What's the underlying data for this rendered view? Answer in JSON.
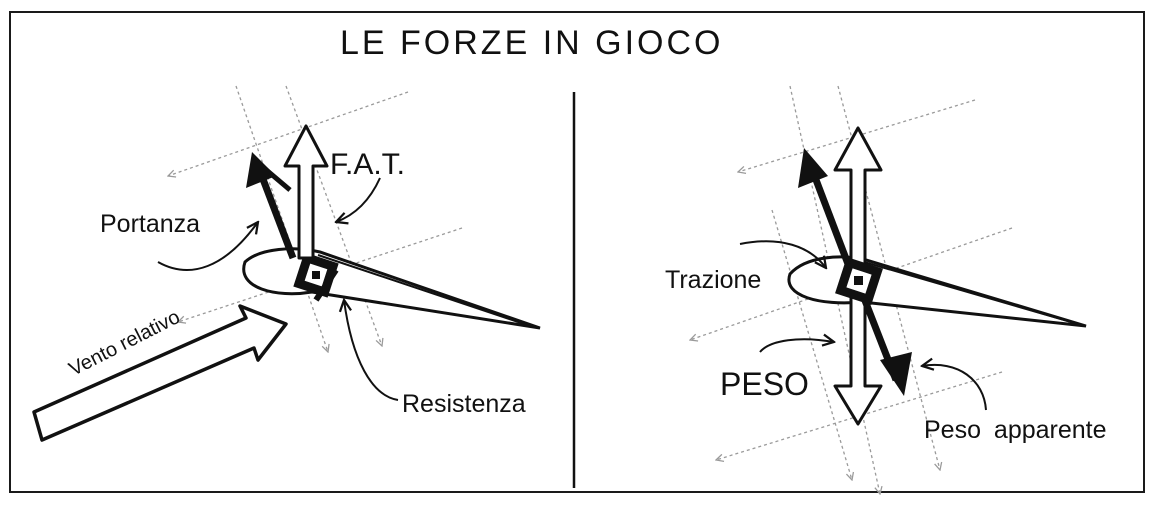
{
  "title": "LE FORZE IN GIOCO",
  "left_panel": {
    "fat_label": "F.A.T.",
    "portanza_label": "Portanza",
    "resistenza_label": "Resistenza",
    "vento_label": "Vento relativo"
  },
  "right_panel": {
    "trazione_label": "Trazione",
    "peso_label": "PESO",
    "peso_apparente_label": "Peso apparente"
  },
  "colors": {
    "ink": "#111111",
    "guide": "#9a9a9a",
    "background": "#ffffff"
  }
}
